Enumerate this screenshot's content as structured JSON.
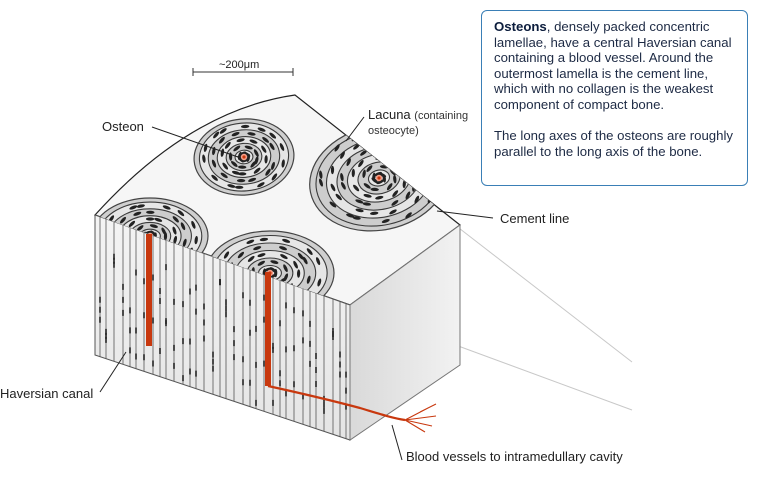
{
  "scale_label": "~200μm",
  "labels": {
    "osteon": "Osteon",
    "lacuna": "Lacuna",
    "lacuna_note_line1": "(containing",
    "lacuna_note_line2": "osteocyte)",
    "cement_line": "Cement line",
    "haversian_canal": "Haversian canal",
    "blood_vessels": "Blood vessels to intramedullary cavity"
  },
  "info_box": {
    "term": "Osteons",
    "paragraph1_rest": ", densely packed concentric lamellae, have a central Haversian canal containing a blood vessel. Around the outermost lamella is the cement line, which with no collagen is the weakest component of compact bone.",
    "paragraph2": "The long axes of the osteons are roughly parallel to the long axis of the bone."
  },
  "colors": {
    "vessel": "#c8380e",
    "lamella": "#3a3a3a",
    "osteon_fill": "#cfcfcf",
    "block_front": "#efefef",
    "block_side": "#e0e0e0",
    "box_border": "#3a7fb6"
  }
}
